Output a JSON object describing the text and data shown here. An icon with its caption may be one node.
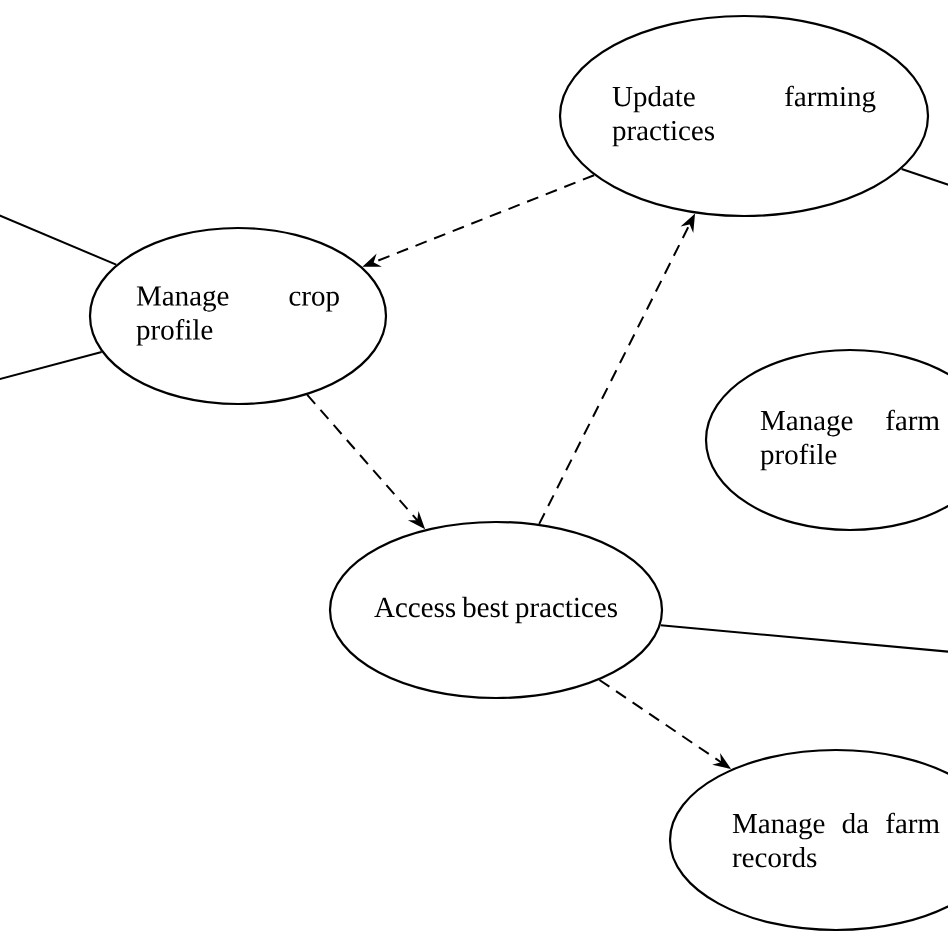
{
  "diagram": {
    "nodes": [
      {
        "text": [
          "Update farming practices"
        ]
      },
      {
        "text": [
          "Manage crop profile"
        ]
      },
      {
        "text": [
          "Manage farm profile"
        ]
      },
      {
        "text": [
          "Access best practices"
        ]
      },
      {
        "text": [
          "Manage da farm records"
        ]
      }
    ],
    "edges": [
      {
        "from": null,
        "to": 1,
        "arrow": "none"
      },
      {
        "from": null,
        "to": 1,
        "arrow": "none"
      },
      {
        "from": 0,
        "to": null,
        "arrow": "none"
      },
      {
        "from": 0,
        "to": 1,
        "arrow": "to",
        "style": "dashed"
      },
      {
        "from": 1,
        "to": 3,
        "arrow": "to",
        "style": "dashed"
      },
      {
        "from": 3,
        "to": 0,
        "arrow": "to",
        "style": "dashed"
      },
      {
        "from": 3,
        "to": null,
        "arrow": "none"
      },
      {
        "from": 3,
        "to": 4,
        "arrow": "to",
        "style": "dashed"
      }
    ]
  }
}
